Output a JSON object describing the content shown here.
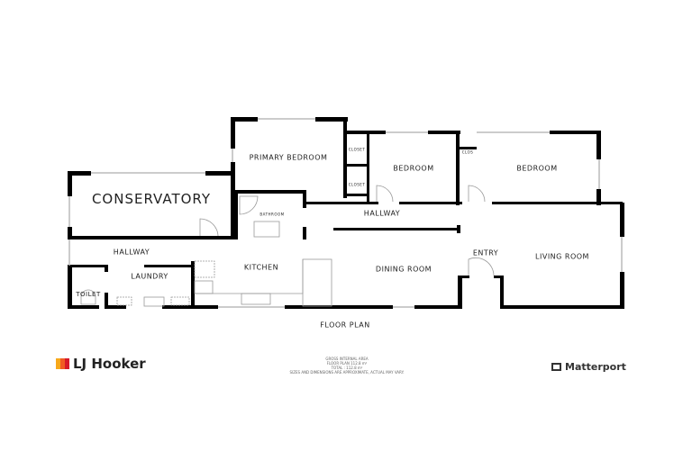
{
  "rooms": {
    "conservatory": "CONSERVATORY",
    "primary_bedroom": "PRIMARY BEDROOM",
    "closet_1": "CLOSET",
    "closet_2": "CLOSET",
    "closet_3": "CLOS",
    "bedroom_1": "BEDROOM",
    "bedroom_2": "BEDROOM",
    "bathroom": "BATHROOM",
    "hallway_east": "HALLWAY",
    "hallway_west": "HALLWAY",
    "kitchen": "KITCHEN",
    "dining_room": "DINING ROOM",
    "entry": "ENTRY",
    "living_room": "LIVING ROOM",
    "laundry": "LAUNDRY",
    "toilet": "TOILET"
  },
  "plan_title": "FLOOR PLAN",
  "area": {
    "heading": "GROSS INTERNAL AREA",
    "floor_plan": "FLOOR PLAN 112.8 m²",
    "total": "TOTAL : 112.8 m²",
    "disclaimer": "SIZES AND DIMENSIONS ARE APPROXIMATE, ACTUAL MAY VARY."
  },
  "branding": {
    "agency": "LJ Hooker",
    "agency_colors": [
      "#f7a81b",
      "#f15a24",
      "#d7182a"
    ],
    "provider": "Matterport"
  },
  "colors": {
    "wall": "#000000",
    "window": "#cccccc"
  }
}
